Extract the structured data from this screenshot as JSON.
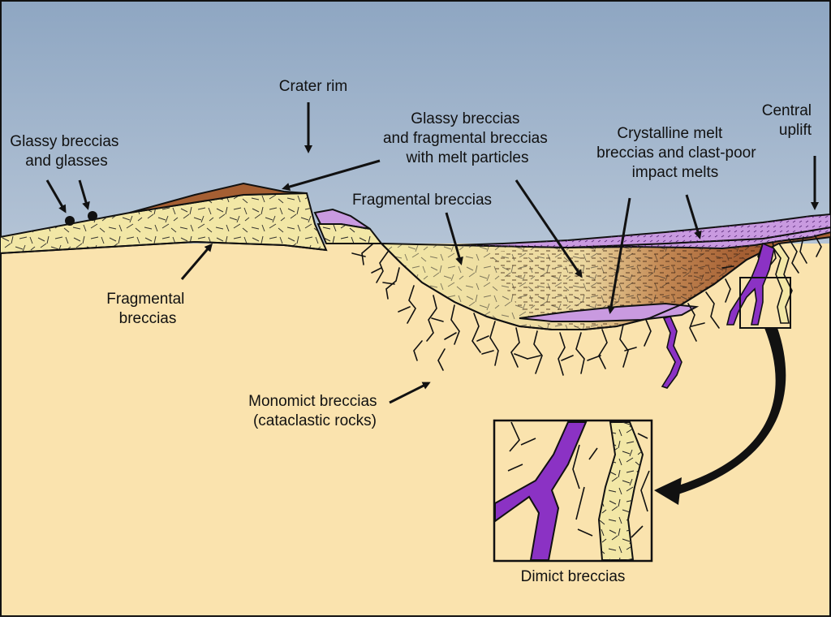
{
  "colors": {
    "sky_top": "#8ea6c2",
    "sky_bottom": "#eef1f4",
    "ground": "#fae3ae",
    "fragmental": "#f2e7a6",
    "melt_brown": "#a55f33",
    "impact_melt_purple": "#c99ae0",
    "dike_purple": "#8b32c4",
    "outline": "#111111"
  },
  "labels": {
    "crater_rim": "Crater rim",
    "glassy_breccias_glasses": [
      "Glassy breccias",
      "and glasses"
    ],
    "glassy_fragmental_melt": [
      "Glassy breccias",
      "and fragmental breccias",
      "with melt particles"
    ],
    "crystalline_melt": [
      "Crystalline melt",
      "breccias and clast-poor",
      "impact melts"
    ],
    "central_uplift": [
      "Central",
      "uplift"
    ],
    "fragmental_breccias_crater": "Fragmental breccias",
    "fragmental_breccias_outer": [
      "Fragmental",
      "breccias"
    ],
    "monomict_breccias": [
      "Monomict breccias",
      "(cataclastic rocks)"
    ],
    "dimict_breccias": "Dimict breccias"
  }
}
